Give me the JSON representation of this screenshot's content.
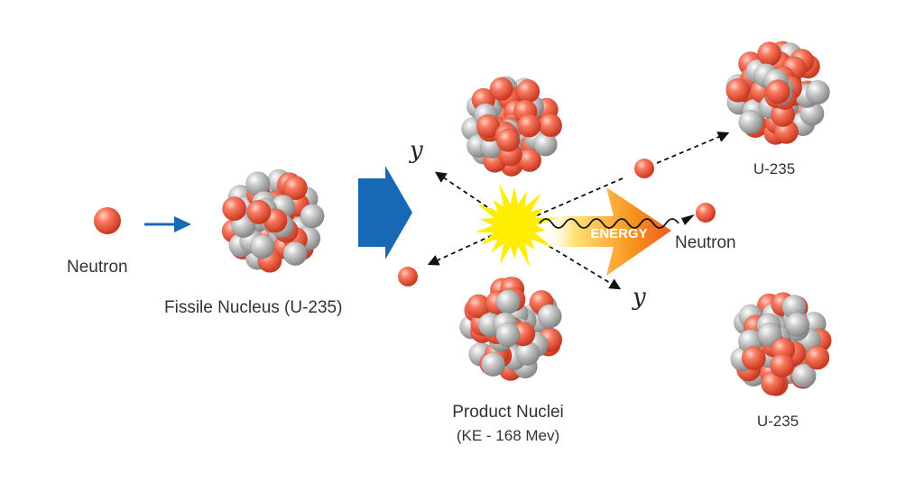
{
  "labels": {
    "neutron_in": "Neutron",
    "fissile": "Fissile Nucleus",
    "fissile_isotope": "(U-235)",
    "product_title": "Product Nuclei",
    "product_ke": "(KE - 168 Mev)",
    "energy": "ENERGY",
    "neutron_out": "Neutron",
    "u235_top": "U-235",
    "u235_bottom": "U-235",
    "gamma_top": "y",
    "gamma_bottom": "y"
  },
  "colors": {
    "proton": "#f0604a",
    "neutron_particle": "#b5b5b5",
    "process_arrow": "#1769b5",
    "flash": "#ffee00",
    "energy_start": "#fff2a0",
    "energy_end": "#f15a24",
    "text": "#333333"
  }
}
